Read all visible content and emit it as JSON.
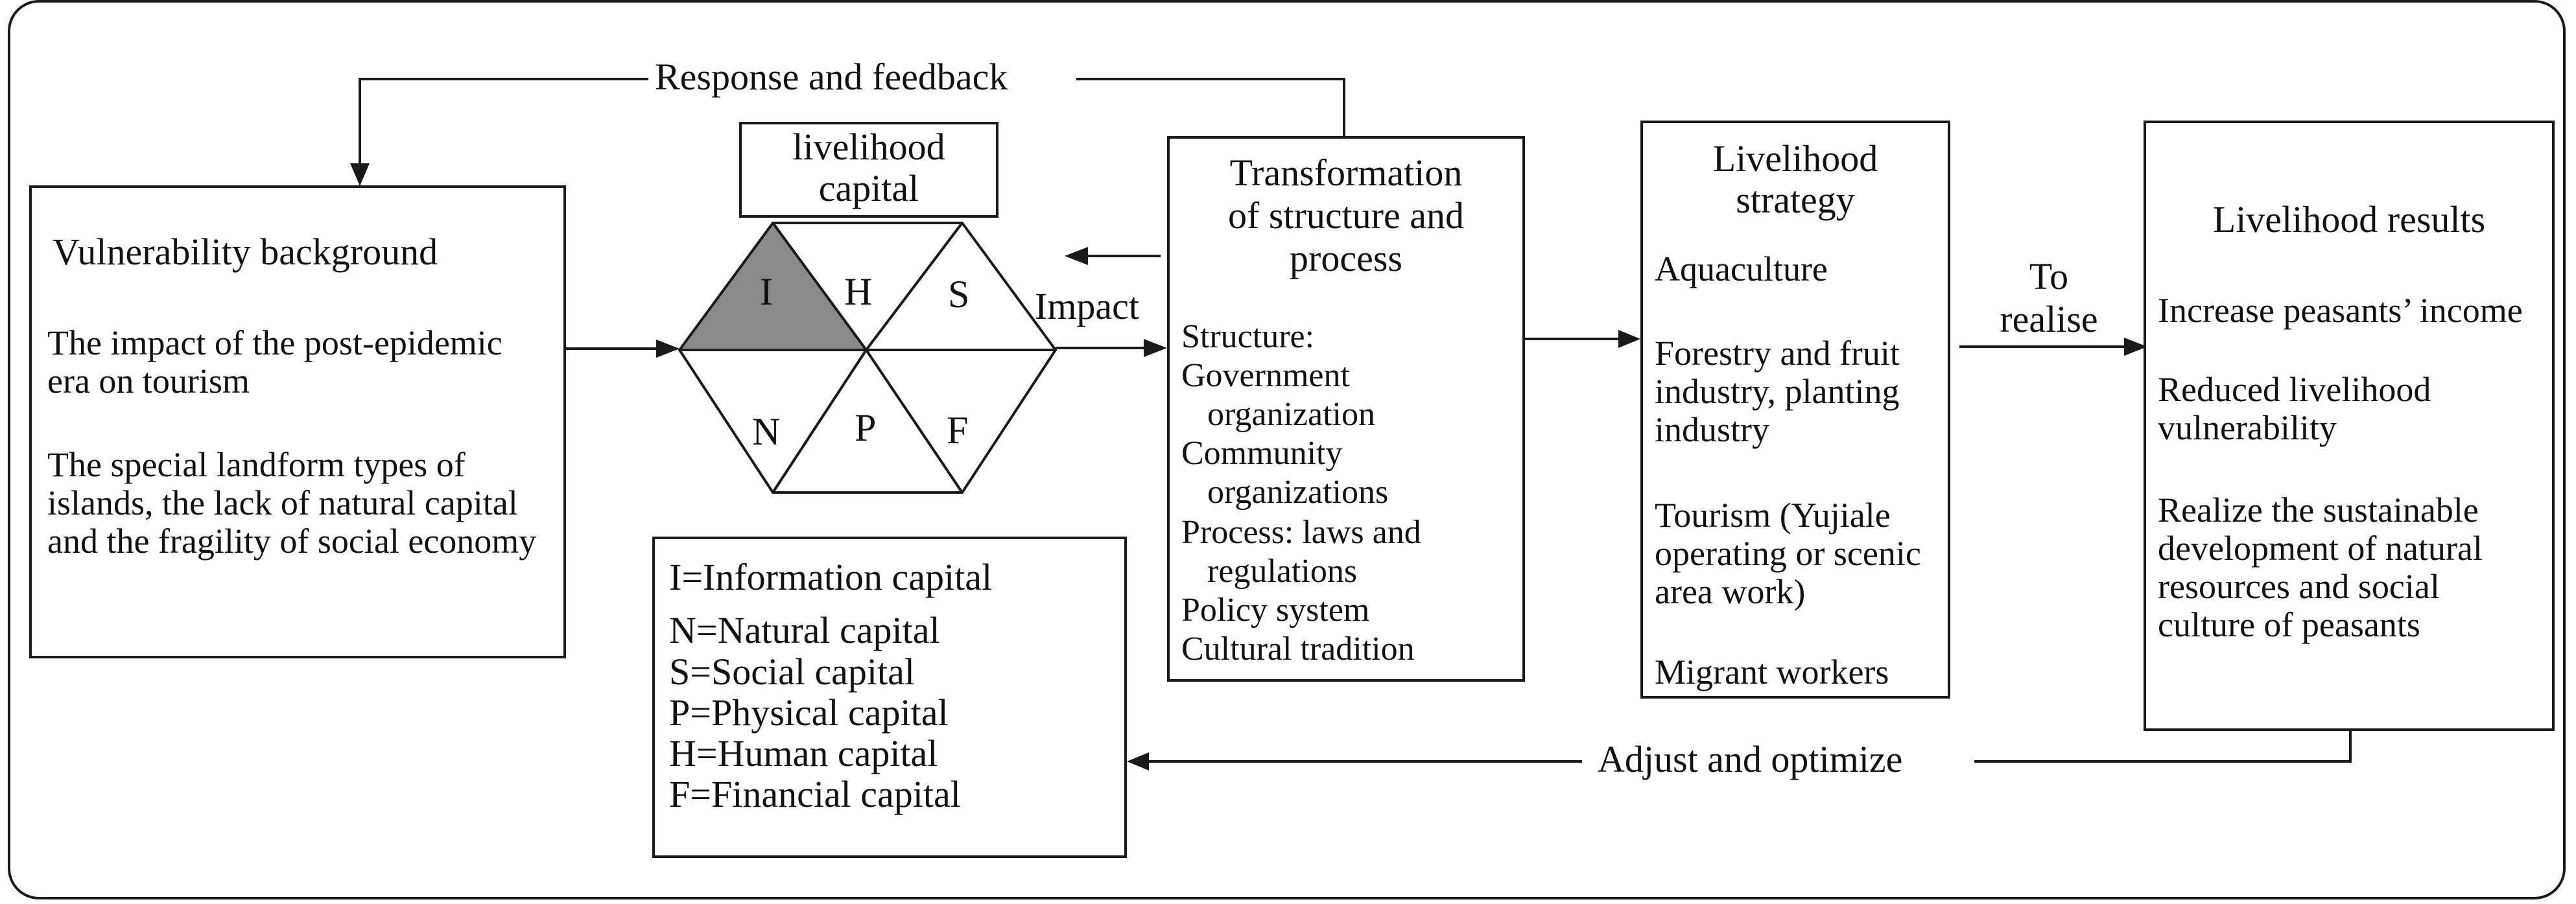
{
  "vulnerability": {
    "title": "Vulnerability background",
    "p1": "The impact of the post-epidemic era on tourism",
    "p2": "The special landform types of islands, the lack of natural capital and the fragility of social economy"
  },
  "capital": {
    "title_line1": "livelihood",
    "title_line2": "capital",
    "hex_labels": {
      "i": "I",
      "h": "H",
      "s": "S",
      "n": "N",
      "p": "P",
      "f": "F"
    },
    "highlight_color": "#8a8a8a"
  },
  "legend": {
    "items": [
      "I=Information capital",
      "N=Natural capital",
      "S=Social capital",
      "P=Physical capital",
      "H=Human capital",
      "F=Financial capital"
    ]
  },
  "transformation": {
    "title_lines": [
      "Transformation",
      "of structure and",
      "process"
    ],
    "lines": [
      "Structure:",
      "Government",
      "organization",
      "Community",
      "organizations",
      "Process: laws and",
      "regulations",
      "Policy system",
      "Cultural tradition"
    ]
  },
  "strategy": {
    "title_lines": [
      "Livelihood",
      "strategy"
    ],
    "items": [
      "Aquaculture",
      "Forestry and fruit industry, planting industry",
      "Tourism (Yujiale operating or scenic area work)",
      "Migrant workers"
    ]
  },
  "results": {
    "title": "Livelihood results",
    "items": [
      "Increase peasants’ income",
      "Reduced livelihood vulnerability",
      "Realize the sustainable development of natural resources and social culture of peasants"
    ]
  },
  "arrows": {
    "response": "Response and feedback",
    "impact": "Impact",
    "realise_line1": "To",
    "realise_line2": "realise",
    "adjust": "Adjust and optimize"
  }
}
